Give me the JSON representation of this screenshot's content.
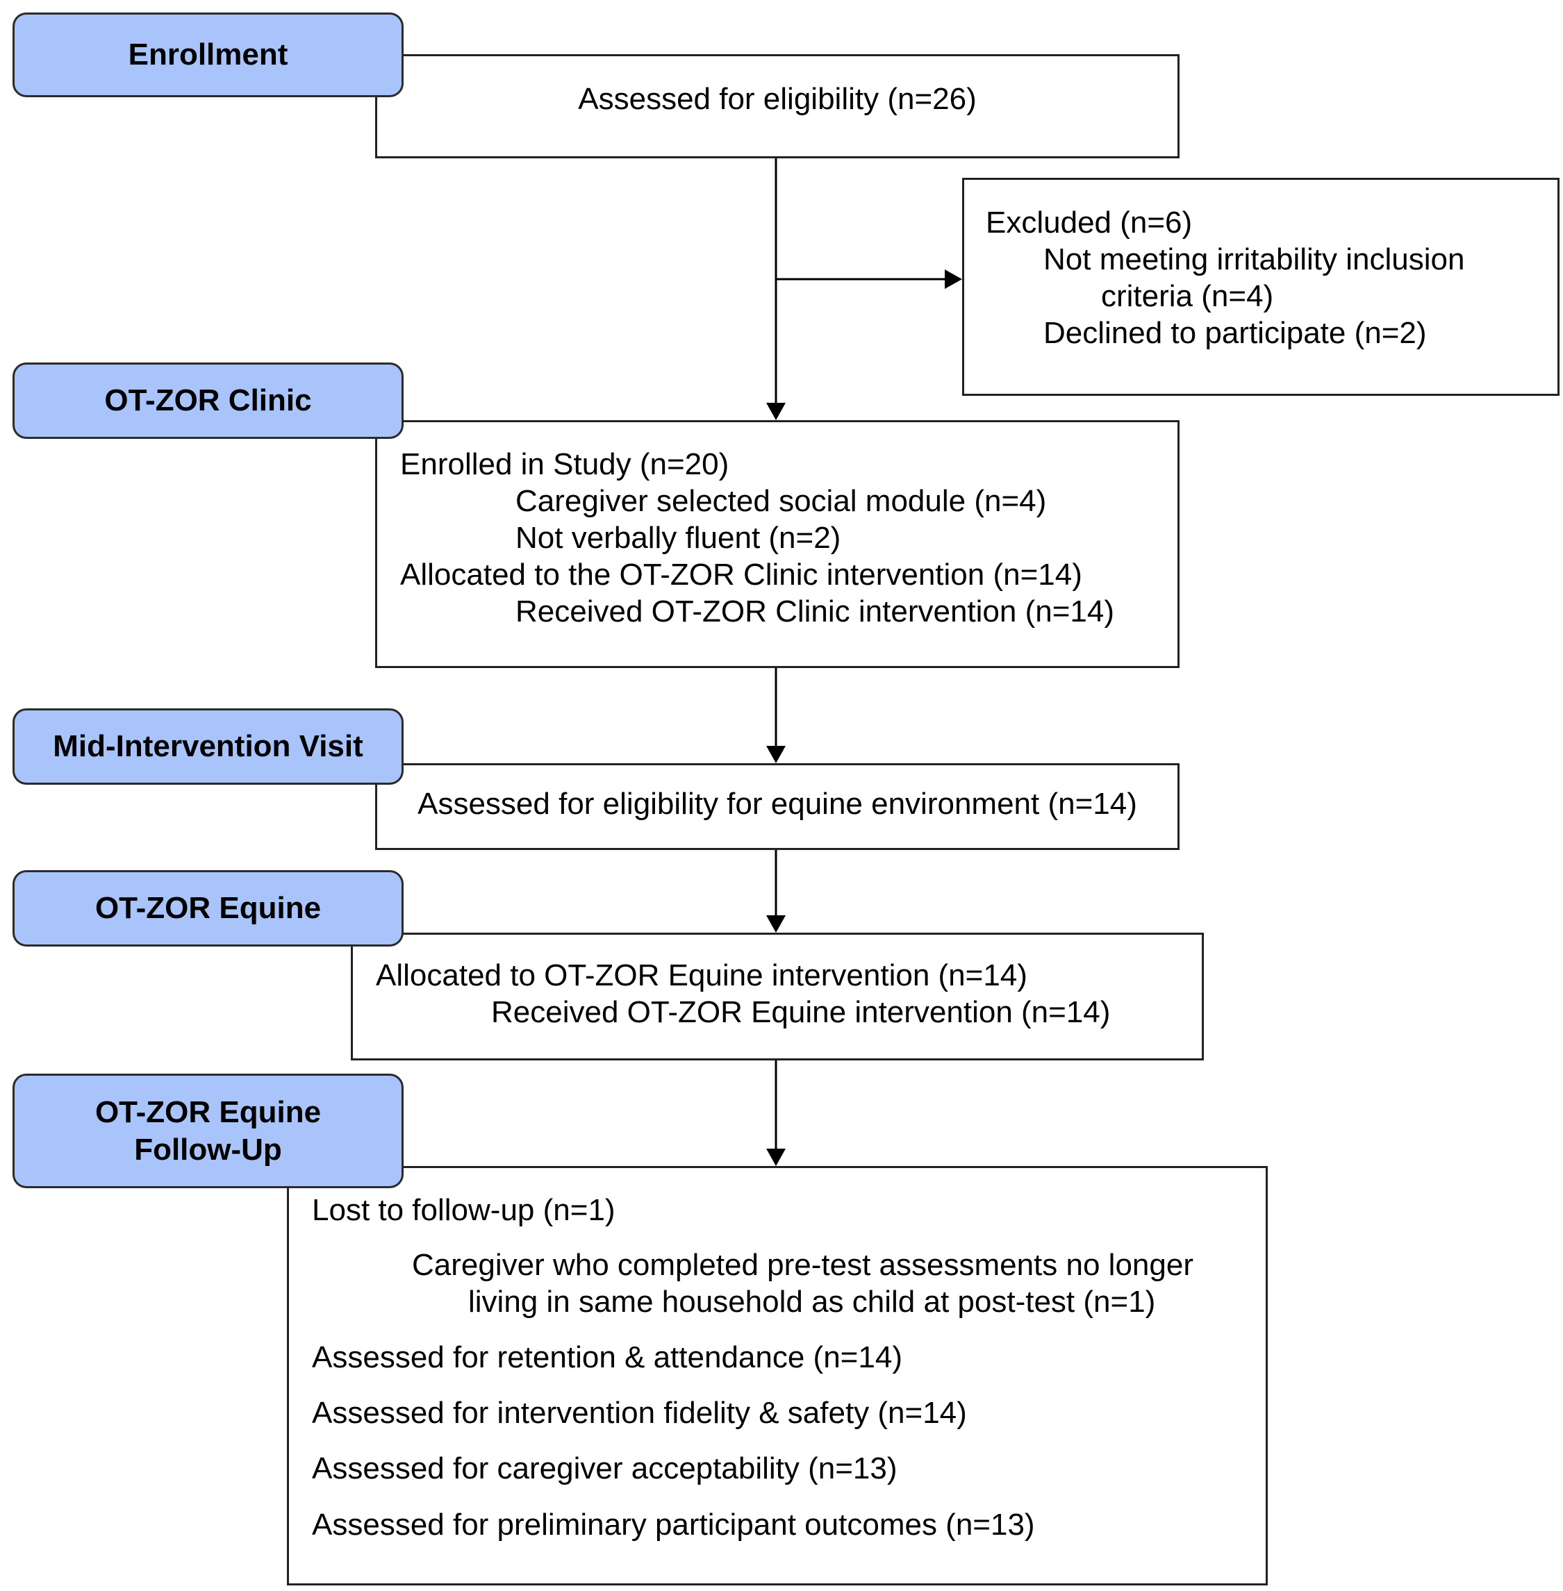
{
  "stages": {
    "enrollment": "Enrollment",
    "clinic": "OT-ZOR Clinic",
    "mid": "Mid-Intervention Visit",
    "equine": "OT-ZOR Equine",
    "followup_line1": "OT-ZOR Equine",
    "followup_line2": "Follow-Up"
  },
  "boxes": {
    "assessed": "Assessed for eligibility (n=26)",
    "excluded": {
      "title": "Excluded (n=6)",
      "irritability_line1": "Not meeting irritability inclusion",
      "irritability_line2": "criteria (n=4)",
      "declined": "Declined to participate (n=2)"
    },
    "enrolled": {
      "title": "Enrolled in Study (n=20)",
      "social": "Caregiver selected social module (n=4)",
      "verbal": "Not verbally fluent (n=2)",
      "allocated": "Allocated to the OT-ZOR Clinic intervention (n=14)",
      "received": "Received OT-ZOR Clinic intervention (n=14)"
    },
    "mid_assessed": "Assessed for eligibility for equine environment (n=14)",
    "equine": {
      "allocated": "Allocated to OT-ZOR Equine intervention (n=14)",
      "received": "Received OT-ZOR Equine intervention (n=14)"
    },
    "followup": {
      "lost": "Lost to follow-up (n=1)",
      "caregiver_line1": "Caregiver who completed pre-test assessments no longer",
      "caregiver_line2": "living in same household as child at post-test (n=1)",
      "retention": "Assessed for retention & attendance (n=14)",
      "fidelity": "Assessed for intervention fidelity & safety (n=14)",
      "acceptability": "Assessed for caregiver acceptability (n=13)",
      "outcomes": "Assessed for preliminary participant outcomes (n=13)"
    }
  }
}
